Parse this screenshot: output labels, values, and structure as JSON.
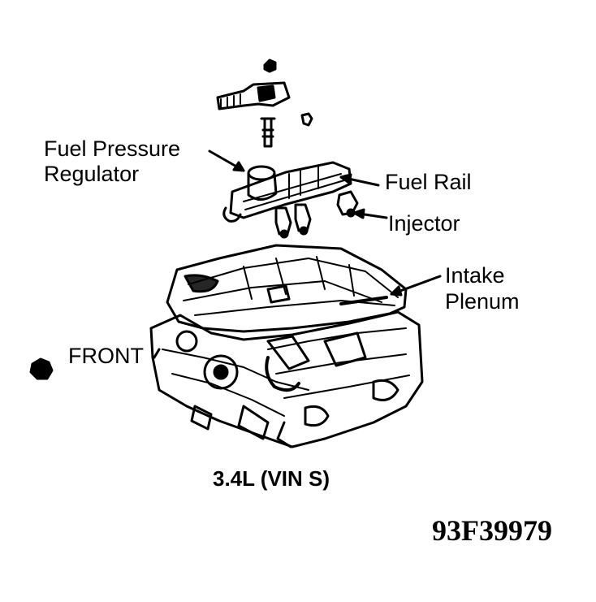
{
  "labels": {
    "fuel_pressure_regulator_line1": "Fuel Pressure",
    "fuel_pressure_regulator_line2": "Regulator",
    "fuel_rail": "Fuel Rail",
    "injector": "Injector",
    "intake_plenum_line1": "Intake",
    "intake_plenum_line2": "Plenum",
    "front": "FRONT"
  },
  "caption": "3.4L (VIN S)",
  "figure_code": "93F39979",
  "colors": {
    "ink": "#000000",
    "paper": "#ffffff"
  }
}
